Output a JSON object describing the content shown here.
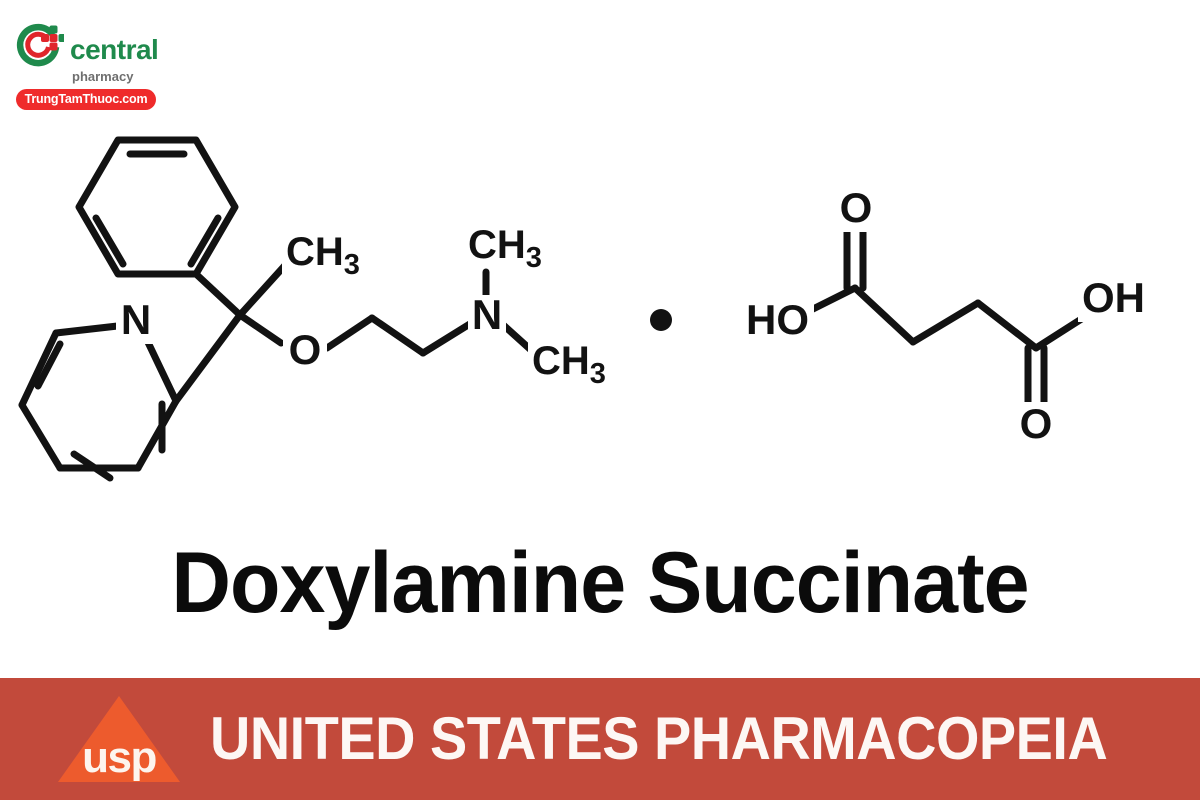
{
  "brand": {
    "logo_icon": "central-pharmacy-cross-icon",
    "wordmark": "central",
    "subwordmark": "pharmacy",
    "site_badge": "TrungTamThuoc.com",
    "colors": {
      "green": "#1f8a4c",
      "red": "#ef2b2b",
      "gray": "#6f6f6f"
    }
  },
  "compound": {
    "title": "Doxylamine Succinate",
    "salt_separator": "•",
    "structure": {
      "left_molecule_name": "doxylamine",
      "right_molecule_name": "succinic acid",
      "atom_labels": {
        "pyridine_nitrogen": "N",
        "methyl_on_quaternary_carbon": "CH3",
        "ether_oxygen": "O",
        "amine_nitrogen": "N",
        "n_methyl_top": "CH3",
        "n_methyl_bottom": "CH3",
        "succinate_carbonyl_top": "O",
        "succinate_hydroxyl_left": "HO",
        "succinate_hydroxyl_right": "OH",
        "succinate_carbonyl_bottom": "O"
      },
      "line_color": "#121212"
    }
  },
  "banner": {
    "logo_label": "usp",
    "logo_icon": "usp-triangle-icon",
    "title": "UNITED STATES PHARMACOPEIA",
    "background_color": "#c24a3b",
    "triangle_color": "#ed5b2d",
    "text_color": "#fdf7f4"
  }
}
